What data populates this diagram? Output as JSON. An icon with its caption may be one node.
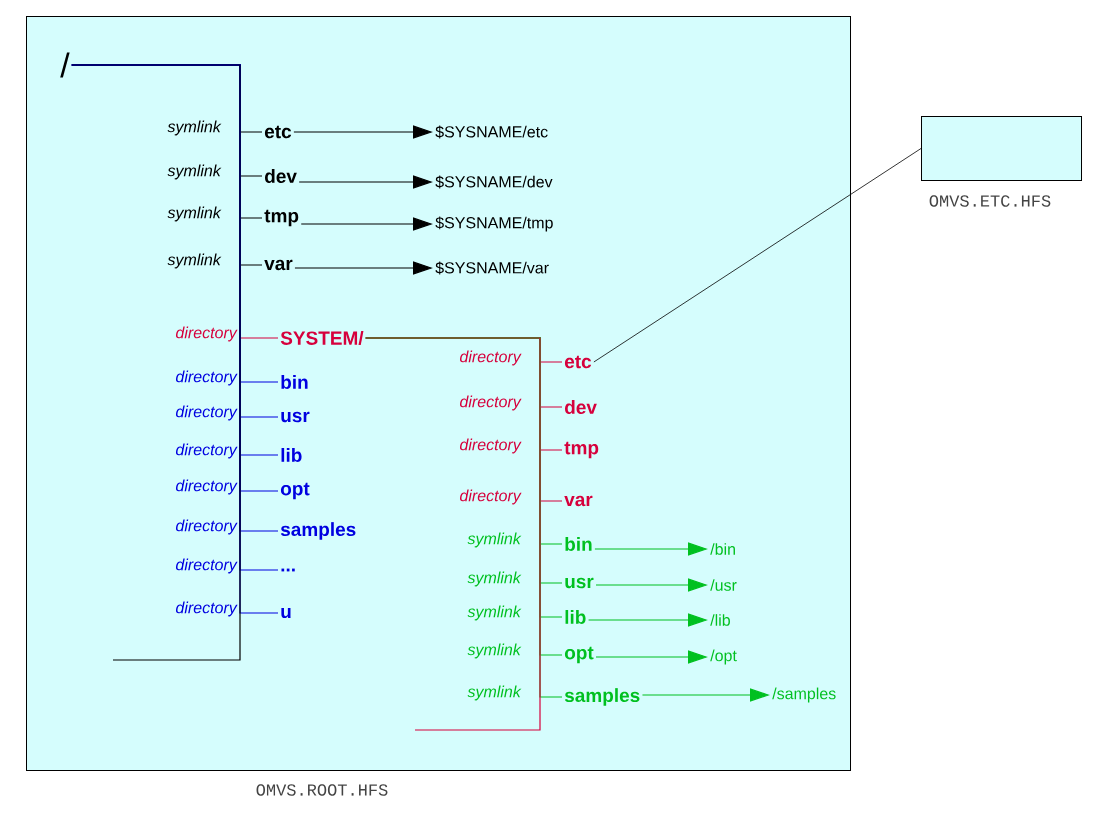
{
  "diagram": {
    "nodes": [
      {
        "text": [
          "OMVS.ROOT.HFS"
        ]
      },
      {
        "text": [
          "/"
        ],
        "in": 0
      },
      {
        "text": [
          "etc"
        ],
        "in": 0
      },
      {
        "text": [
          "dev"
        ],
        "in": 0
      },
      {
        "text": [
          "tmp"
        ],
        "in": 0
      },
      {
        "text": [
          "var"
        ],
        "in": 0
      },
      {
        "text": [
          "$SYSNAME/etc"
        ],
        "in": 0
      },
      {
        "text": [
          "$SYSNAME/dev"
        ],
        "in": 0
      },
      {
        "text": [
          "$SYSNAME/tmp"
        ],
        "in": 0
      },
      {
        "text": [
          "$SYSNAME/var"
        ],
        "in": 0
      },
      {
        "text": [
          "SYSTEM/"
        ],
        "in": 0
      },
      {
        "text": [
          "bin"
        ],
        "in": 0
      },
      {
        "text": [
          "usr"
        ],
        "in": 0
      },
      {
        "text": [
          "lib"
        ],
        "in": 0
      },
      {
        "text": [
          "opt"
        ],
        "in": 0
      },
      {
        "text": [
          "samples"
        ],
        "in": 0
      },
      {
        "text": [
          "..."
        ],
        "in": 0
      },
      {
        "text": [
          "u"
        ],
        "in": 0
      },
      {
        "text": [
          "etc"
        ],
        "in": 0
      },
      {
        "text": [
          "dev"
        ],
        "in": 0
      },
      {
        "text": [
          "tmp"
        ],
        "in": 0
      },
      {
        "text": [
          "var"
        ],
        "in": 0
      },
      {
        "text": [
          "bin"
        ],
        "in": 0
      },
      {
        "text": [
          "usr"
        ],
        "in": 0
      },
      {
        "text": [
          "lib"
        ],
        "in": 0
      },
      {
        "text": [
          "opt"
        ],
        "in": 0
      },
      {
        "text": [
          "samples"
        ],
        "in": 0
      },
      {
        "text": [
          "/bin"
        ],
        "in": 0
      },
      {
        "text": [
          "/usr"
        ],
        "in": 0
      },
      {
        "text": [
          "/lib"
        ],
        "in": 0
      },
      {
        "text": [
          "/opt"
        ],
        "in": 0
      },
      {
        "text": [
          "/samples"
        ],
        "in": 0
      },
      {
        "text": [
          "OMVS.ETC.HFS"
        ]
      }
    ],
    "labels": [
      "symlink",
      "symlink",
      "symlink",
      "symlink",
      "directory",
      "directory",
      "directory",
      "directory",
      "directory",
      "directory",
      "directory",
      "directory",
      "directory",
      "directory",
      "directory",
      "directory",
      "symlink",
      "symlink",
      "symlink",
      "symlink",
      "symlink"
    ],
    "edges": [
      {
        "from": 1,
        "to": 2,
        "arrow": "none",
        "color": "#000000"
      },
      {
        "from": 1,
        "to": 3,
        "arrow": "none",
        "color": "#000000"
      },
      {
        "from": 1,
        "to": 4,
        "arrow": "none",
        "color": "#000000"
      },
      {
        "from": 1,
        "to": 5,
        "arrow": "none",
        "color": "#000000"
      },
      {
        "from": 1,
        "to": 10,
        "arrow": "none",
        "color": "#d6003c"
      },
      {
        "from": 1,
        "to": 11,
        "arrow": "none",
        "color": "#0000e0"
      },
      {
        "from": 1,
        "to": 12,
        "arrow": "none",
        "color": "#0000e0"
      },
      {
        "from": 1,
        "to": 13,
        "arrow": "none",
        "color": "#0000e0"
      },
      {
        "from": 1,
        "to": 14,
        "arrow": "none",
        "color": "#0000e0"
      },
      {
        "from": 1,
        "to": 15,
        "arrow": "none",
        "color": "#0000e0"
      },
      {
        "from": 1,
        "to": 16,
        "arrow": "none",
        "color": "#0000e0"
      },
      {
        "from": 1,
        "to": 17,
        "arrow": "none",
        "color": "#0000e0"
      },
      {
        "from": 2,
        "to": 6,
        "arrow": "to",
        "color": "#000000"
      },
      {
        "from": 3,
        "to": 7,
        "arrow": "to",
        "color": "#000000"
      },
      {
        "from": 4,
        "to": 8,
        "arrow": "to",
        "color": "#000000"
      },
      {
        "from": 5,
        "to": 9,
        "arrow": "to",
        "color": "#000000"
      },
      {
        "from": 10,
        "to": 18,
        "arrow": "none",
        "color": "#d6003c"
      },
      {
        "from": 10,
        "to": 19,
        "arrow": "none",
        "color": "#d6003c"
      },
      {
        "from": 10,
        "to": 20,
        "arrow": "none",
        "color": "#d6003c"
      },
      {
        "from": 10,
        "to": 21,
        "arrow": "none",
        "color": "#d6003c"
      },
      {
        "from": 10,
        "to": 22,
        "arrow": "none"
      },
      {
        "from": 10,
        "to": 23,
        "arrow": "none"
      },
      {
        "from": 10,
        "to": 24,
        "arrow": "none"
      },
      {
        "from": 10,
        "to": 25,
        "arrow": "none"
      },
      {
        "from": 10,
        "to": 26,
        "arrow": "none"
      },
      {
        "from": 22,
        "to": 27,
        "arrow": "to"
      },
      {
        "from": 23,
        "to": 28,
        "arrow": "to"
      },
      {
        "from": 24,
        "to": 29,
        "arrow": "to"
      },
      {
        "from": 25,
        "to": 30,
        "arrow": "to"
      },
      {
        "from": 26,
        "to": 31,
        "arrow": "to"
      },
      {
        "from": 18,
        "to": 32,
        "arrow": "none",
        "color": "#000000"
      }
    ]
  }
}
